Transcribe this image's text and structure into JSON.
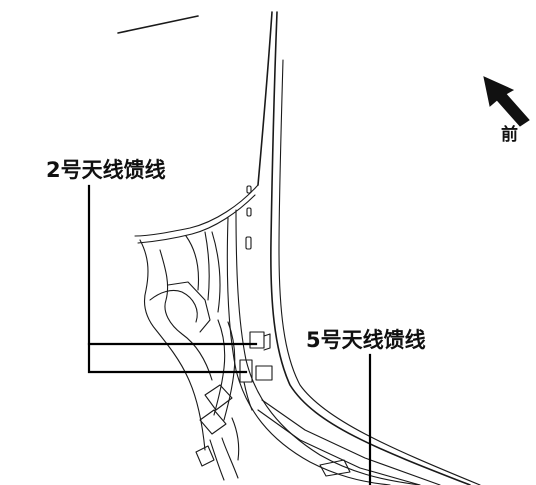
{
  "labels": {
    "front": "前",
    "feeder_2": "2号天线馈线",
    "feeder_5": "5号天线馈线"
  },
  "colors": {
    "line": "#1a1a1a",
    "arrow": "#111111",
    "background": "#ffffff"
  }
}
